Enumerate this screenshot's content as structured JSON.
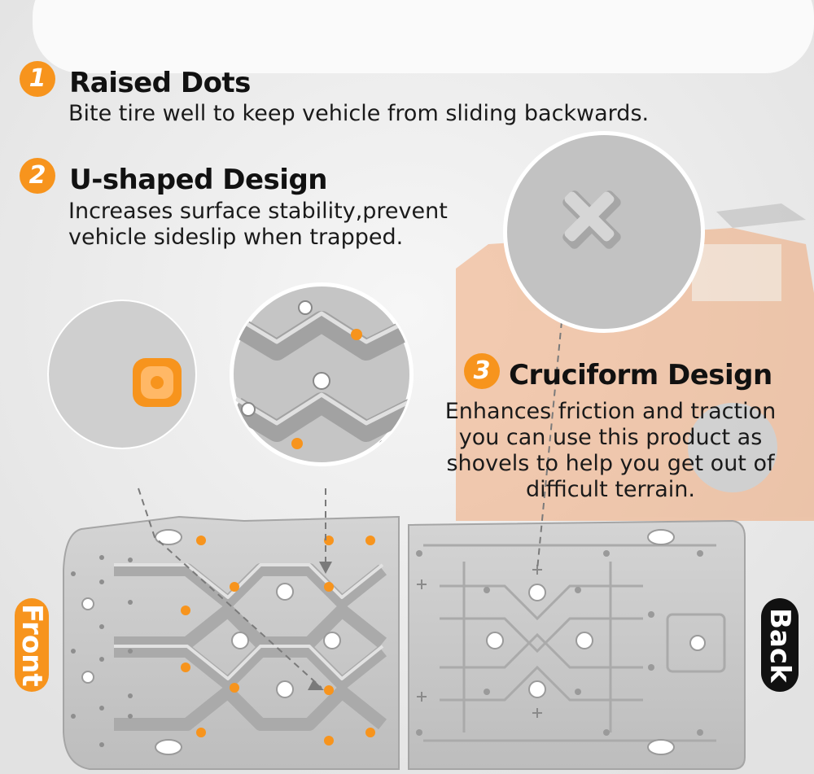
{
  "features": [
    {
      "number": "1",
      "title": "Raised Dots",
      "description": "Bite tire well to keep vehicle from sliding backwards."
    },
    {
      "number": "2",
      "title": "U-shaped Design",
      "description_lines": [
        "Increases surface stability,prevent",
        "vehicle sideslip when trapped."
      ]
    },
    {
      "number": "3",
      "title": "Cruciform Design",
      "description_lines": [
        "Enhances friction and traction",
        "you can use this product as",
        "shovels to help you get out of",
        "difficult terrain."
      ]
    }
  ],
  "labels": {
    "front": "Front",
    "back": "Back"
  },
  "colors": {
    "accent": "#f7941d",
    "board": "#c9c9c9",
    "board_dark": "#a9a9a9",
    "tag_back": "#111111",
    "text": "#111111"
  }
}
